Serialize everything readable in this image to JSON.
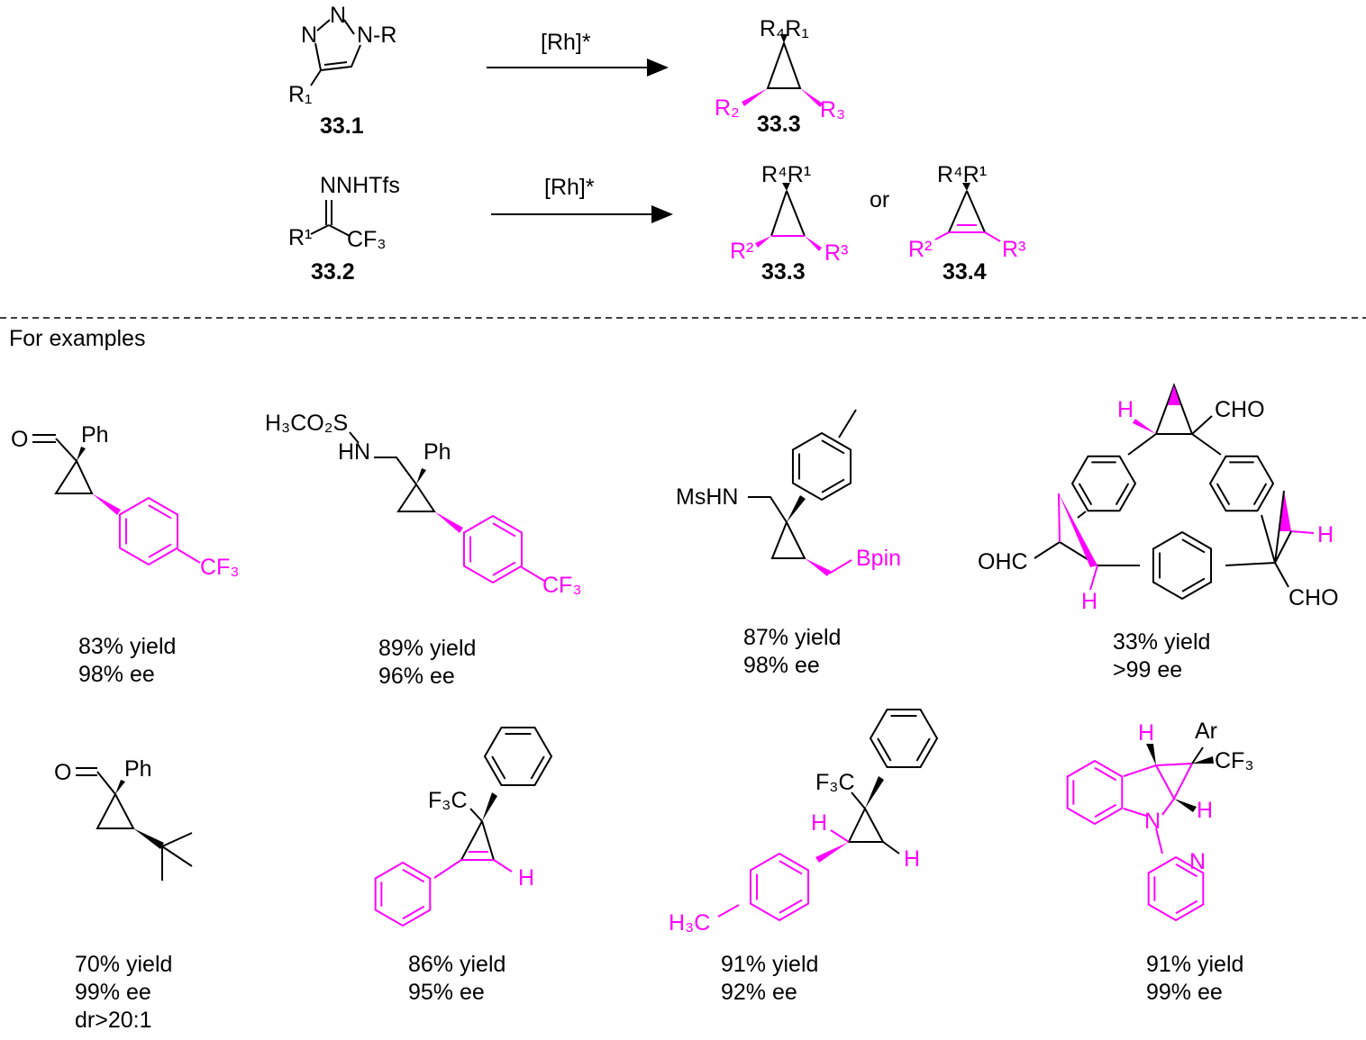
{
  "colors": {
    "highlight": "#ff00ff",
    "default": "#000000"
  },
  "scheme": {
    "row1": {
      "reactant": {
        "atoms": [
          "N",
          "N",
          "N-R",
          "R₁"
        ],
        "label": "33.1"
      },
      "reagent": "[Rh]*",
      "product": {
        "substituents": [
          "R₄R₁",
          "R₂",
          "R₃"
        ],
        "label": "33.3"
      }
    },
    "row2": {
      "reactant": {
        "atoms": [
          "NNHTfs",
          "R¹",
          "CF₃"
        ],
        "label": "33.2"
      },
      "reagent": "[Rh]*",
      "product_a": {
        "substituents": [
          "R⁴R¹",
          "R²",
          "R³"
        ],
        "label": "33.3"
      },
      "or": "or",
      "product_b": {
        "substituents": [
          "R⁴R¹",
          "R²",
          "R³"
        ],
        "label": "33.4"
      }
    }
  },
  "examples_title": "For examples",
  "examples": [
    {
      "atoms": [
        "O",
        "Ph",
        "CF₃"
      ],
      "yield": "83% yield",
      "ee": "98% ee"
    },
    {
      "atoms": [
        "H₃CO₂S",
        "HN",
        "Ph",
        "CF₃"
      ],
      "yield": "89% yield",
      "ee": "96% ee"
    },
    {
      "atoms": [
        "MsHN",
        "Bpin"
      ],
      "yield": "87% yield",
      "ee": "98% ee"
    },
    {
      "atoms": [
        "H",
        "CHO",
        "OHC",
        "H",
        "H",
        "CHO"
      ],
      "yield": "33% yield",
      "ee": ">99 ee"
    },
    {
      "atoms": [
        "O",
        "Ph"
      ],
      "yield": "70% yield",
      "ee": "99% ee",
      "dr": "dr>20:1"
    },
    {
      "atoms": [
        "F₃C",
        "H"
      ],
      "yield": "86% yield",
      "ee": "95% ee"
    },
    {
      "atoms": [
        "F₃C",
        "H",
        "H",
        "H₃C"
      ],
      "yield": "91% yield",
      "ee": "92% ee"
    },
    {
      "atoms": [
        "H",
        "Ar",
        "CF₃",
        "H",
        "N",
        "N"
      ],
      "yield": "91% yield",
      "ee": "99% ee"
    }
  ]
}
